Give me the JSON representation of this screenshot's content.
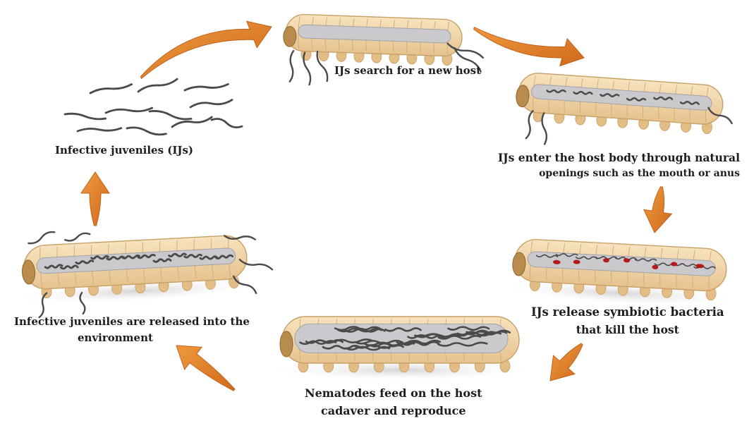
{
  "diagram": {
    "steps": [
      {
        "id": "search",
        "lines": [
          "IJs search for a new host"
        ]
      },
      {
        "id": "enter",
        "lines": [
          "IJs enter the host body through natural",
          "openings such as the mouth or anus"
        ]
      },
      {
        "id": "release",
        "lines": [
          "IJs release symbiotic bacteria",
          "that kill the host"
        ]
      },
      {
        "id": "feed",
        "lines": [
          "Nematodes feed on the host",
          "cadaver and reproduce"
        ]
      },
      {
        "id": "env",
        "lines": [
          "Infective juveniles are released into the",
          "environment"
        ]
      },
      {
        "id": "ij",
        "lines": [
          "Infective juveniles (IJs)"
        ]
      }
    ],
    "colors": {
      "arrow": "#e07b22",
      "arrow_dark": "#c2611a",
      "larva_body": "#f3d9ad",
      "larva_shadow": "#e2bd86",
      "gut": "#c9c9cf",
      "nematode": "#4a4a4a",
      "bacteria": "#b31b1b",
      "ground": "#dcdcdc"
    }
  }
}
